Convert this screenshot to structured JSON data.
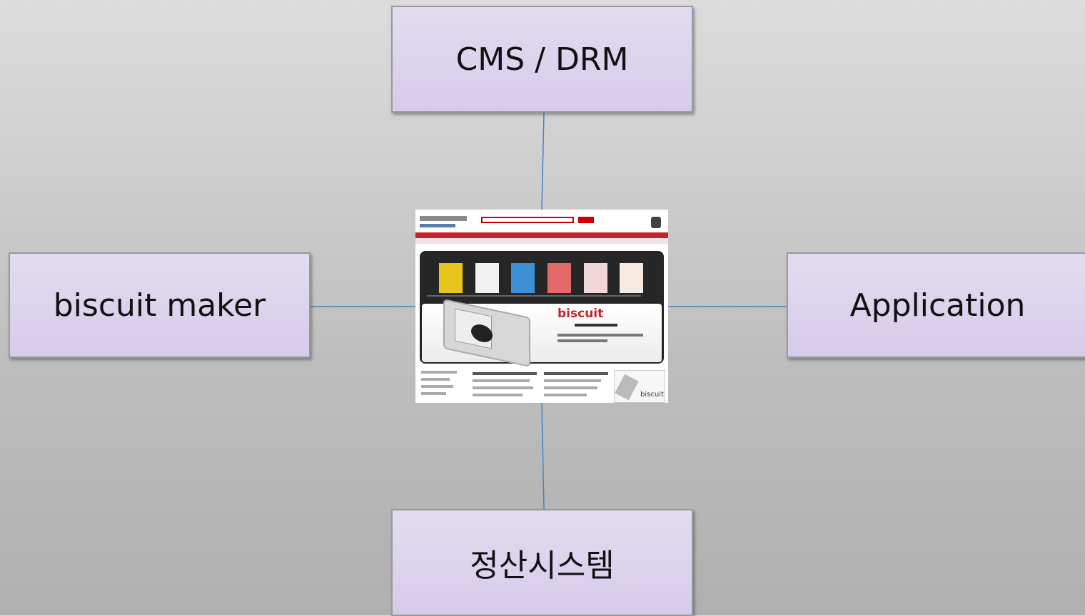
{
  "diagram": {
    "top_box": "CMS / DRM",
    "left_box": "biscuit maker",
    "right_box": "Application",
    "bottom_box": "정산시스템"
  },
  "center_image": {
    "description_name": "interpark-biscuit-web-screenshot",
    "brand_text": "biscuit",
    "mini_text": "biscuit"
  },
  "colors": {
    "box_fill": "#dcd3ee",
    "box_border": "#9a9a9a",
    "connector": "#4f81bd",
    "accent_red": "#c6232c"
  }
}
